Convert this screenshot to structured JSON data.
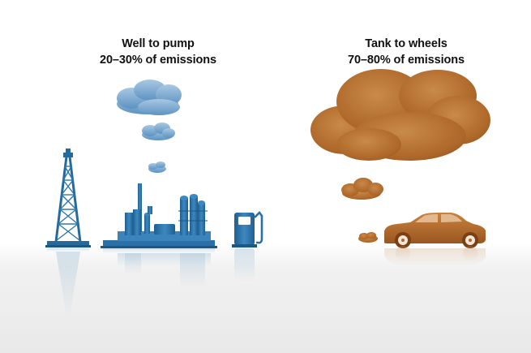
{
  "left_section": {
    "title": "Well to pump",
    "subtitle": "20–30% of emissions"
  },
  "right_section": {
    "title": "Tank to wheels",
    "subtitle": "70–80% of emissions"
  },
  "icons": {
    "oil_derrick": "oil-derrick-icon",
    "refinery": "refinery-icon",
    "fuel_pump": "fuel-pump-icon",
    "car": "car-icon",
    "blue_cloud": "emission-cloud-icon",
    "brown_cloud": "exhaust-cloud-icon"
  },
  "colors": {
    "blue": "#2a73a8",
    "blue_light": "#8fb7d8",
    "brown": "#b56a2a",
    "brown_dark": "#8e4d18"
  }
}
